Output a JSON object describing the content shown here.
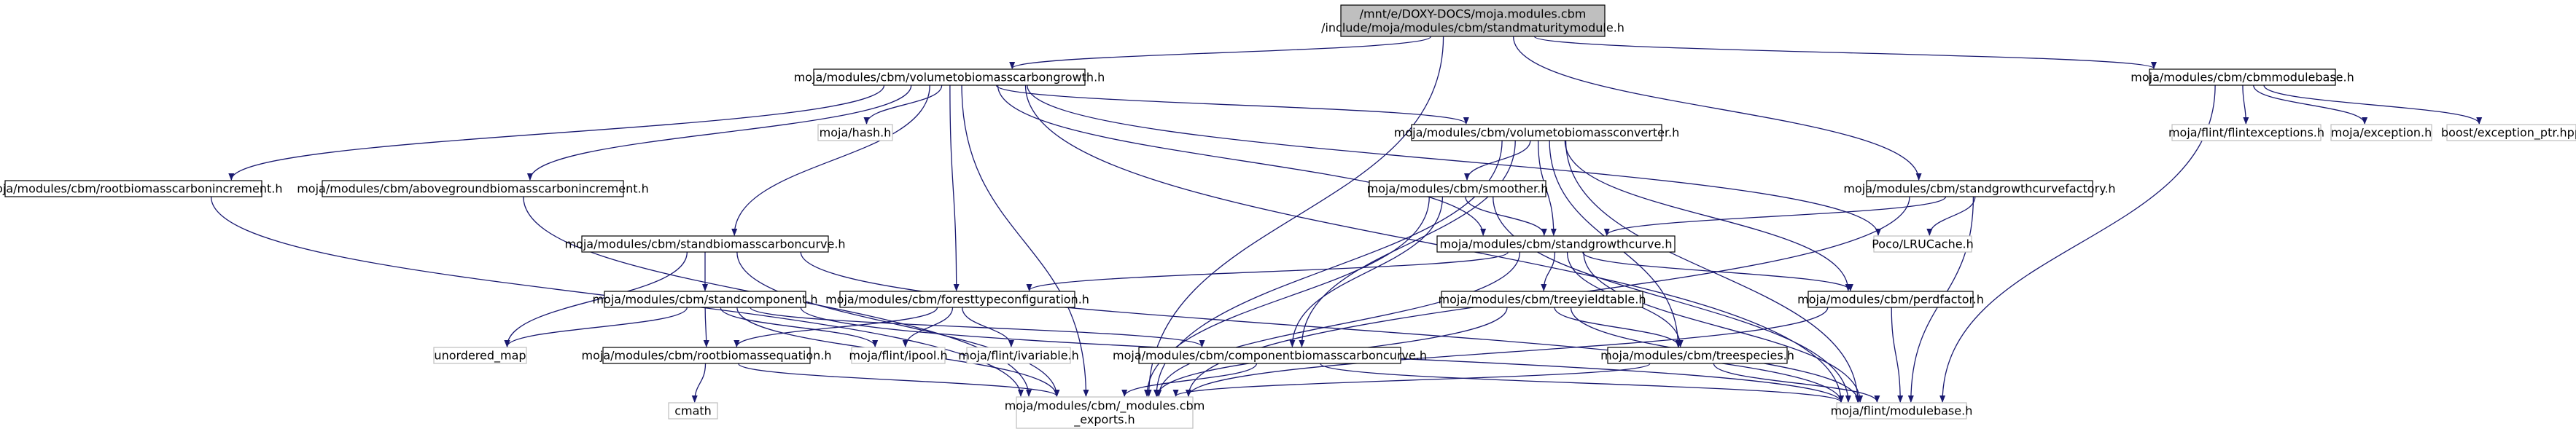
{
  "diagram": {
    "nodes": [
      {
        "id": "root",
        "lines": [
          "/mnt/e/DOXY-DOCS/moja.modules.cbm",
          "/include/moja/modules/cbm/standmaturitymodule.h"
        ],
        "style": "root"
      },
      {
        "id": "vbcg",
        "lines": [
          "moja/modules/cbm/volumetobiomasscarbongrowth.h"
        ],
        "style": "normal"
      },
      {
        "id": "cmb",
        "lines": [
          "moja/modules/cbm/cbmmodulebase.h"
        ],
        "style": "normal"
      },
      {
        "id": "rbci",
        "lines": [
          "moja/modules/cbm/rootbiomasscarbonincrement.h"
        ],
        "style": "normal"
      },
      {
        "id": "hash",
        "lines": [
          "moja/hash.h"
        ],
        "style": "external"
      },
      {
        "id": "abci",
        "lines": [
          "moja/modules/cbm/abovegroundbiomasscarbonincrement.h"
        ],
        "style": "normal"
      },
      {
        "id": "vbc",
        "lines": [
          "moja/modules/cbm/volumetobiomassconverter.h"
        ],
        "style": "normal"
      },
      {
        "id": "fltx",
        "lines": [
          "moja/flint/flintexceptions.h"
        ],
        "style": "external"
      },
      {
        "id": "mex",
        "lines": [
          "moja/exception.h"
        ],
        "style": "external"
      },
      {
        "id": "bex",
        "lines": [
          "boost/exception_ptr.hpp"
        ],
        "style": "external"
      },
      {
        "id": "sgcf",
        "lines": [
          "moja/modules/cbm/standgrowthcurvefactory.h"
        ],
        "style": "normal"
      },
      {
        "id": "smo",
        "lines": [
          "moja/modules/cbm/smoother.h"
        ],
        "style": "normal"
      },
      {
        "id": "lru",
        "lines": [
          "Poco/LRUCache.h"
        ],
        "style": "external"
      },
      {
        "id": "sbcc",
        "lines": [
          "moja/modules/cbm/standbiomasscarboncurve.h"
        ],
        "style": "normal"
      },
      {
        "id": "sgc",
        "lines": [
          "moja/modules/cbm/standgrowthcurve.h"
        ],
        "style": "normal"
      },
      {
        "id": "sc",
        "lines": [
          "moja/modules/cbm/standcomponent.h"
        ],
        "style": "normal"
      },
      {
        "id": "ftc",
        "lines": [
          "moja/modules/cbm/foresttypeconfiguration.h"
        ],
        "style": "normal"
      },
      {
        "id": "tyt",
        "lines": [
          "moja/modules/cbm/treeyieldtable.h"
        ],
        "style": "normal"
      },
      {
        "id": "pf",
        "lines": [
          "moja/modules/cbm/perdfactor.h"
        ],
        "style": "normal"
      },
      {
        "id": "umap",
        "lines": [
          "unordered_map"
        ],
        "style": "external"
      },
      {
        "id": "rbe",
        "lines": [
          "moja/modules/cbm/rootbiomassequation.h"
        ],
        "style": "normal"
      },
      {
        "id": "ipool",
        "lines": [
          "moja/flint/ipool.h"
        ],
        "style": "external"
      },
      {
        "id": "ivar",
        "lines": [
          "moja/flint/ivariable.h"
        ],
        "style": "external"
      },
      {
        "id": "cbcc",
        "lines": [
          "moja/modules/cbm/componentbiomasscarboncurve.h"
        ],
        "style": "normal"
      },
      {
        "id": "ts",
        "lines": [
          "moja/modules/cbm/treespecies.h"
        ],
        "style": "normal"
      },
      {
        "id": "cmath",
        "lines": [
          "cmath"
        ],
        "style": "external"
      },
      {
        "id": "exp",
        "lines": [
          "moja/modules/cbm/_modules.cbm",
          "_exports.h"
        ],
        "style": "external"
      },
      {
        "id": "fmb",
        "lines": [
          "moja/flint/modulebase.h"
        ],
        "style": "external"
      }
    ]
  }
}
